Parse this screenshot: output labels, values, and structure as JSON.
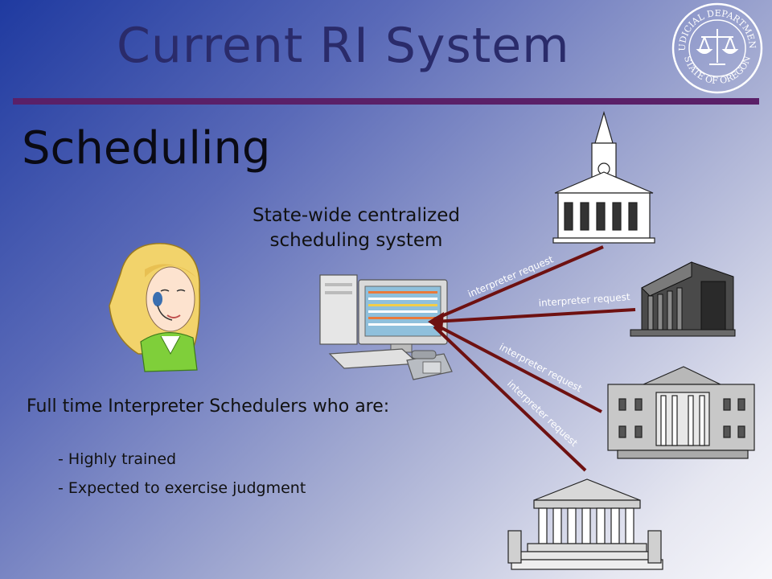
{
  "slide": {
    "title": "Current RI System",
    "subtitle": "Scheduling",
    "central_label": "State-wide centralized scheduling system",
    "staff_heading": "Full time Interpreter Schedulers who are:",
    "bullets": [
      "- Highly trained",
      "- Expected to exercise judgment"
    ]
  },
  "seal": {
    "top_text": "JUDICIAL DEPARTMENT",
    "bottom_text": "STATE OF OREGON"
  },
  "request_labels": [
    "interpreter request",
    "interpreter request",
    "interpreter request",
    "interpreter request"
  ],
  "icons": [
    "scheduler-person-icon",
    "computer-icon",
    "telephone-icon",
    "courthouse-clocktower-icon",
    "courthouse-columns-dark-icon",
    "courthouse-wide-icon",
    "supreme-court-icon",
    "scales-of-justice-icon"
  ],
  "colors": {
    "title": "#2a2b6a",
    "rule": "#5a2068",
    "arrow": "#6e1111"
  }
}
